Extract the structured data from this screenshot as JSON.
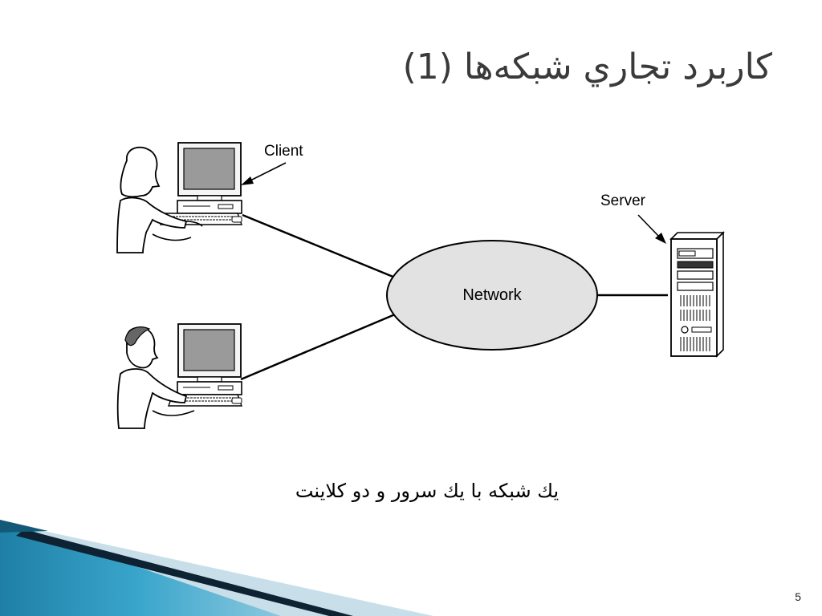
{
  "slide": {
    "title": "كاربرد تجاري شبكه‌ها (1)",
    "caption": "يك شبكه با يك سرور و دو كلاينت",
    "page_number": "5"
  },
  "diagram": {
    "client_label": "Client",
    "server_label": "Server",
    "network_label": "Network"
  },
  "colors": {
    "title": "#3a3a3a",
    "network_fill": "#e2e2e2",
    "screen": "#9a9a9a",
    "ribbon_light": "#c8dfe9",
    "ribbon_blue": "#2a8fb5",
    "ribbon_dark": "#0d2233"
  }
}
